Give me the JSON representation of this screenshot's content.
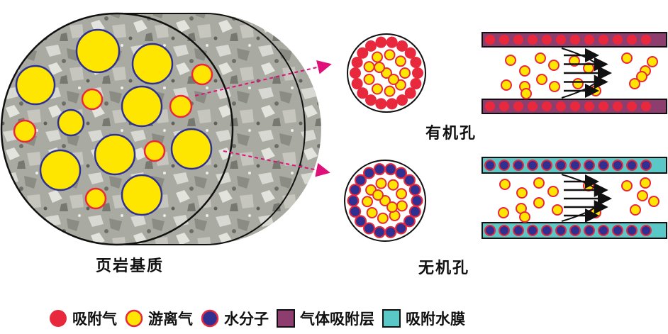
{
  "labels": {
    "matrix": "页岩基质",
    "organic_pore": "有机孔",
    "inorganic_pore": "无机孔"
  },
  "legend": [
    {
      "key": "adsorbed_gas",
      "label": "吸附气",
      "shape": "circle",
      "fill": "#E8283C",
      "stroke": "#E8283C"
    },
    {
      "key": "free_gas",
      "label": "游离气",
      "shape": "circle",
      "fill": "#FFE600",
      "stroke": "#E8283C"
    },
    {
      "key": "water_molecule",
      "label": "水分子",
      "shape": "circle",
      "fill": "#2E3192",
      "stroke": "#E8283C"
    },
    {
      "key": "gas_adsorption_layer",
      "label": "气体吸附层",
      "shape": "square",
      "fill": "#8E3E6E",
      "stroke": "#111111"
    },
    {
      "key": "adsorbed_water_film",
      "label": "吸附水膜",
      "shape": "square",
      "fill": "#5BC8C8",
      "stroke": "#111111"
    }
  ],
  "colors": {
    "adsorbed_gas": "#E8283C",
    "free_gas": "#FFE600",
    "water": "#2E3192",
    "gas_layer": "#8E3E6E",
    "water_film": "#5BC8C8",
    "arrow": "#E0107A",
    "rock": "#A7A79E"
  }
}
